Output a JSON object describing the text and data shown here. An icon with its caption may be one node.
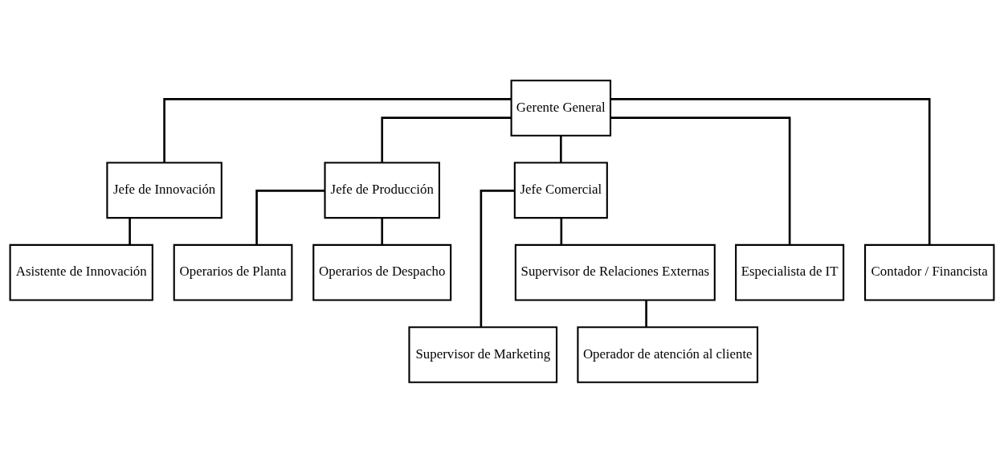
{
  "diagram": {
    "nodes": [
      {
        "text": [
          "Gerente General"
        ]
      },
      {
        "text": [
          "Jefe de Innovación"
        ]
      },
      {
        "text": [
          "Jefe de Producción"
        ]
      },
      {
        "text": [
          "Jefe Comercial"
        ]
      },
      {
        "text": [
          "Asistente de Innovación"
        ]
      },
      {
        "text": [
          "Operarios de Planta"
        ]
      },
      {
        "text": [
          "Operarios de Despacho"
        ]
      },
      {
        "text": [
          "Supervisor de Marketing"
        ]
      },
      {
        "text": [
          "Supervisor de Relaciones Externas"
        ]
      },
      {
        "text": [
          "Especialista de IT"
        ]
      },
      {
        "text": [
          "Contador / Financista"
        ]
      },
      {
        "text": [
          "Operador de atención al cliente"
        ]
      }
    ],
    "edges": [
      {
        "from": 0,
        "to": 1,
        "arrow": "none"
      },
      {
        "from": 0,
        "to": 2,
        "arrow": "none"
      },
      {
        "from": 0,
        "to": 3,
        "arrow": "none"
      },
      {
        "from": 0,
        "to": 9,
        "arrow": "none"
      },
      {
        "from": 0,
        "to": 10,
        "arrow": "none"
      },
      {
        "from": 1,
        "to": 4,
        "arrow": "none"
      },
      {
        "from": 2,
        "to": 5,
        "arrow": "none"
      },
      {
        "from": 2,
        "to": 6,
        "arrow": "none"
      },
      {
        "from": 3,
        "to": 7,
        "arrow": "none"
      },
      {
        "from": 3,
        "to": 8,
        "arrow": "none"
      },
      {
        "from": 8,
        "to": 11,
        "arrow": "none"
      }
    ]
  }
}
